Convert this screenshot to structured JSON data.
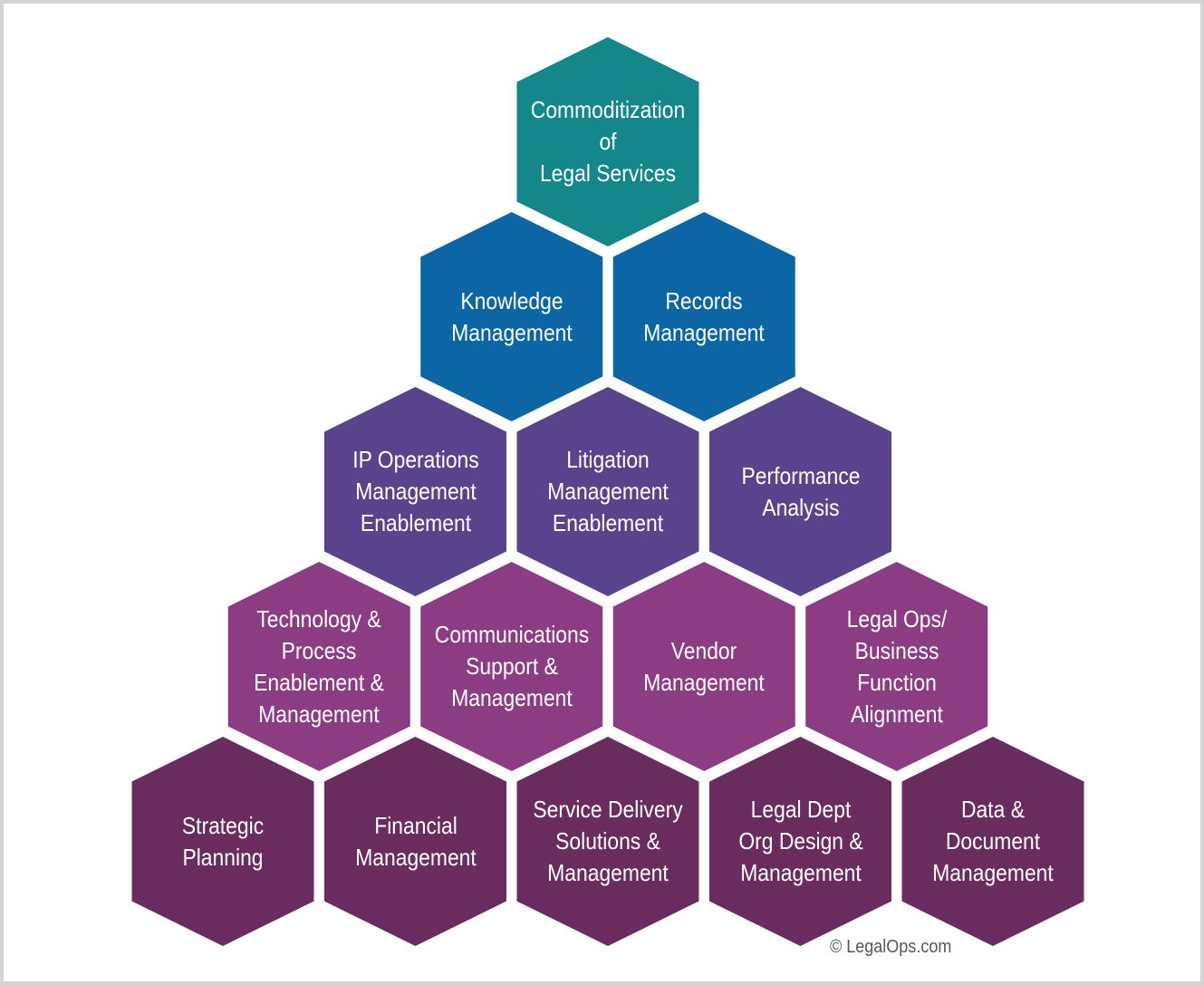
{
  "colors": [
    "#14878a",
    "#0c65a5",
    "#5a438d",
    "#8c3c83",
    "#6a2c5f"
  ],
  "rows": [
    [
      {
        "lines": [
          "Commoditization",
          "of",
          "Legal Services"
        ]
      }
    ],
    [
      {
        "lines": [
          "Knowledge",
          "Management"
        ]
      },
      {
        "lines": [
          "Records",
          "Management"
        ]
      }
    ],
    [
      {
        "lines": [
          "IP Operations",
          "Management",
          "Enablement"
        ]
      },
      {
        "lines": [
          "Litigation",
          "Management",
          "Enablement"
        ]
      },
      {
        "lines": [
          "Performance",
          "Analysis"
        ]
      }
    ],
    [
      {
        "lines": [
          "Technology &",
          "Process",
          "Enablement &",
          "Management"
        ]
      },
      {
        "lines": [
          "Communications",
          "Support &",
          "Management"
        ]
      },
      {
        "lines": [
          "Vendor",
          "Management"
        ]
      },
      {
        "lines": [
          "Legal Ops/",
          "Business",
          "Function",
          "Alignment"
        ]
      }
    ],
    [
      {
        "lines": [
          "Strategic",
          "Planning"
        ]
      },
      {
        "lines": [
          "Financial",
          "Management"
        ]
      },
      {
        "lines": [
          "Service Delivery",
          "Solutions &",
          "Management"
        ]
      },
      {
        "lines": [
          "Legal Dept",
          "Org Design &",
          "Management"
        ]
      },
      {
        "lines": [
          "Data &",
          "Document",
          "Management"
        ]
      }
    ]
  ],
  "copyright": "© LegalOps.com"
}
